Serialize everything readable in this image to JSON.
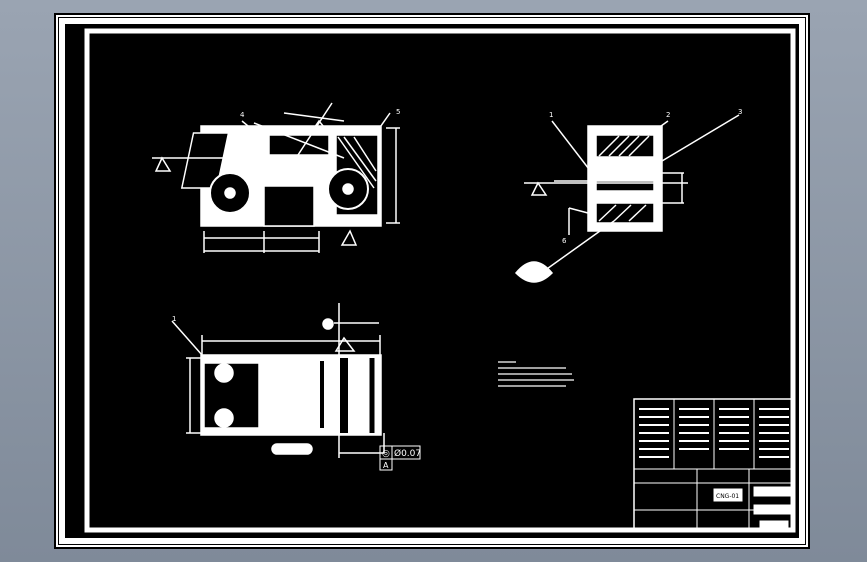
{
  "colors": {
    "background": "#8a94a3",
    "sheet": "#000000",
    "lines": "#ffffff"
  },
  "callouts": [
    "1",
    "2",
    "3",
    "4",
    "5",
    "6"
  ],
  "tolerance": {
    "symbol": "◎",
    "value": "Ø0.07",
    "datum": "A"
  },
  "title_block": {
    "drawing_number": "CNG-01"
  }
}
